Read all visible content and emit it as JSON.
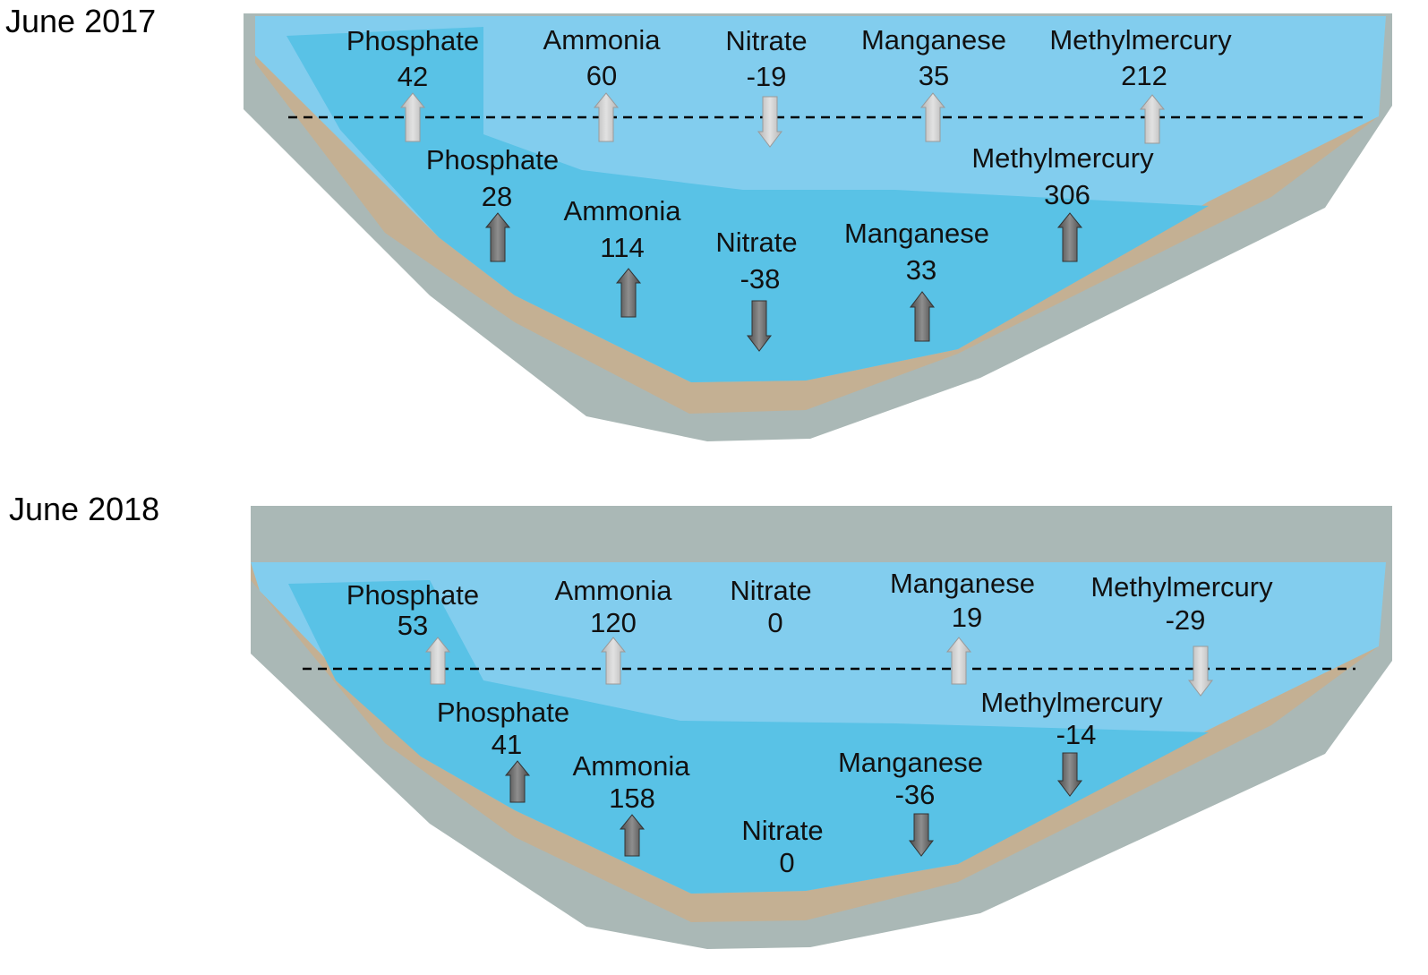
{
  "panels": [
    {
      "title": "June 2017",
      "upper": [
        {
          "name": "Phosphate",
          "value": "42",
          "dir": "up"
        },
        {
          "name": "Ammonia",
          "value": "60",
          "dir": "up"
        },
        {
          "name": "Nitrate",
          "value": "-19",
          "dir": "down"
        },
        {
          "name": "Manganese",
          "value": "35",
          "dir": "up"
        },
        {
          "name": "Methylmercury",
          "value": "212",
          "dir": "up"
        }
      ],
      "lower": [
        {
          "name": "Phosphate",
          "value": "28",
          "dir": "up"
        },
        {
          "name": "Ammonia",
          "value": "114",
          "dir": "up"
        },
        {
          "name": "Nitrate",
          "value": "-38",
          "dir": "down"
        },
        {
          "name": "Manganese",
          "value": "33",
          "dir": "up"
        },
        {
          "name": "Methylmercury",
          "value": "306",
          "dir": "up"
        }
      ]
    },
    {
      "title": "June 2018",
      "upper": [
        {
          "name": "Phosphate",
          "value": "53",
          "dir": "up"
        },
        {
          "name": "Ammonia",
          "value": "120",
          "dir": "up"
        },
        {
          "name": "Nitrate",
          "value": "0",
          "dir": "none"
        },
        {
          "name": "Manganese",
          "value": "19",
          "dir": "up"
        },
        {
          "name": "Methylmercury",
          "value": "-29",
          "dir": "down"
        }
      ],
      "lower": [
        {
          "name": "Phosphate",
          "value": "41",
          "dir": "up"
        },
        {
          "name": "Ammonia",
          "value": "158",
          "dir": "up"
        },
        {
          "name": "Nitrate",
          "value": "0",
          "dir": "none"
        },
        {
          "name": "Manganese",
          "value": "-36",
          "dir": "down"
        },
        {
          "name": "Methylmercury",
          "value": "-14",
          "dir": "down"
        }
      ]
    }
  ],
  "colors": {
    "bank_gray": "#aab8b6",
    "sediment": "#c4b093",
    "water_upper": "#82cdee",
    "water_lower": "#59c2e6",
    "arrow_light": "#c9c9c9",
    "arrow_dark": "#6f6f6f",
    "thermocline": "#000000"
  }
}
